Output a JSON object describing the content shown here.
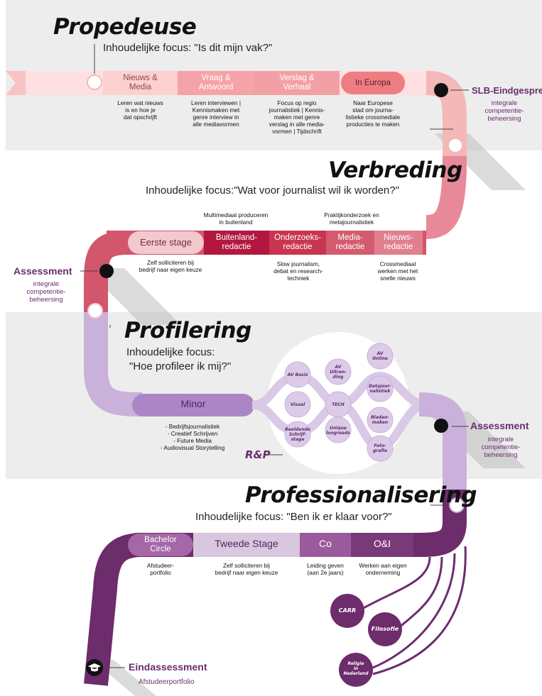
{
  "propedeuse": {
    "title": "Propedeuse",
    "focus": "Inhoudelijke focus: \"Is dit mijn vak?\"",
    "modules": [
      {
        "label": "Nieuws &\nMedia",
        "desc": "Leren wat nieuws\nis en hoe je\ndat opschrijft"
      },
      {
        "label": "Vraag &\nAntwoord",
        "desc": "Leren interviewen |\nKennismaken met\ngenre interview in\nalle mediavormen"
      },
      {
        "label": "Verslag &\nVerhaal",
        "desc": "Focus op regio\njournalistiek | Kennis-\nmaken met genre\nverslag in alle media-\nvormen | Tijdschrift"
      },
      {
        "label": "In Europa",
        "desc": "Naar Europese\nstad om journa-\nlistieke crossmediale\nproducties te maken"
      }
    ],
    "milestone": {
      "title": "SLB-Eindgesprek",
      "sub": "integrale\ncompetentie-\nbeheersing"
    }
  },
  "verbreding": {
    "title": "Verbreding",
    "focus": "Inhoudelijke focus:\"Wat voor journalist wil ik worden?\"",
    "modules": [
      {
        "label": "Eerste stage",
        "desc": "Zelf solliciteren bij\nbedrijf naar eigen keuze"
      },
      {
        "label": "Buitenland-\nredactie",
        "desc": "Multimediaal produceren\nin buitenland"
      },
      {
        "label": "Onderzoeks-\nredactie",
        "desc": "Slow journalism,\ndebat en research-\ntechniek"
      },
      {
        "label": "Media-\nredactie",
        "desc": "Praktijkonderzoek en\nmetajournalistiek"
      },
      {
        "label": "Nieuws-\nredactie",
        "desc": "Crossmediaal\nwerken met het\nsnelle nieuws"
      }
    ],
    "milestone": {
      "title": "Assessment",
      "sub": "integrale\ncompetentie-\nbeheersing"
    }
  },
  "profilering": {
    "title": "Profilering",
    "focus_line1": "Inhoudelijke focus:",
    "focus_line2": "\"Hoe profileer ik mij?\"",
    "minor": {
      "label": "Minor",
      "list": [
        "- Bedrijfsjournalistiek",
        "- Creatief Schrijven",
        "- Future Media",
        "- Audiovisual Storytelling"
      ]
    },
    "rp_label": "R&P",
    "bubbles": [
      {
        "label": "AV Basis"
      },
      {
        "label": "AV\nUitren-\nding"
      },
      {
        "label": "AV\nOnline"
      },
      {
        "label": "Datajour-\nnalistiek"
      },
      {
        "label": "Visual"
      },
      {
        "label": "TECH"
      },
      {
        "label": "Bladen-\nmaken"
      },
      {
        "label": "Beeldende\nSchrijf-\nstage"
      },
      {
        "label": "Unique\nlongreads"
      },
      {
        "label": "Foto-\ngrafie"
      }
    ],
    "milestone": {
      "title": "Assessment",
      "sub": "integrale\ncompetentie-\nbeheersing"
    }
  },
  "professionalisering": {
    "title": "Professionalisering",
    "focus": "Inhoudelijke focus: \"Ben ik er klaar voor?\"",
    "modules": [
      {
        "label": "Bachelor\nCircle",
        "desc": "Afstudeer-\nportfolio"
      },
      {
        "label": "Tweede Stage",
        "desc": "Zelf solliciteren bij\nbedrijf naar eigen keuze"
      },
      {
        "label": "Co",
        "desc": "Leiding geven\n(aan 2e jaars)"
      },
      {
        "label": "O&I",
        "desc": "Werken aan eigen\nonderneming"
      }
    ],
    "electives": [
      {
        "label": "CARR"
      },
      {
        "label": "Filosofie"
      },
      {
        "label": "Religie\nin\nNederland"
      }
    ],
    "milestone": {
      "title": "Eindassessment",
      "sub": "Afstudeerportfolio"
    }
  },
  "colors": {
    "band": "#ededed",
    "pink_light": "#fcd3d2",
    "pink": "#f08f8f",
    "red": "#c8354f",
    "crimson": "#b2173f",
    "rose": "#e3a2ad",
    "lavender": "#c9b1db",
    "purple_mid": "#ab86c7",
    "plum": "#6d2c6c",
    "plum_dark": "#5a2055",
    "milestone": "#6b2d6e"
  }
}
